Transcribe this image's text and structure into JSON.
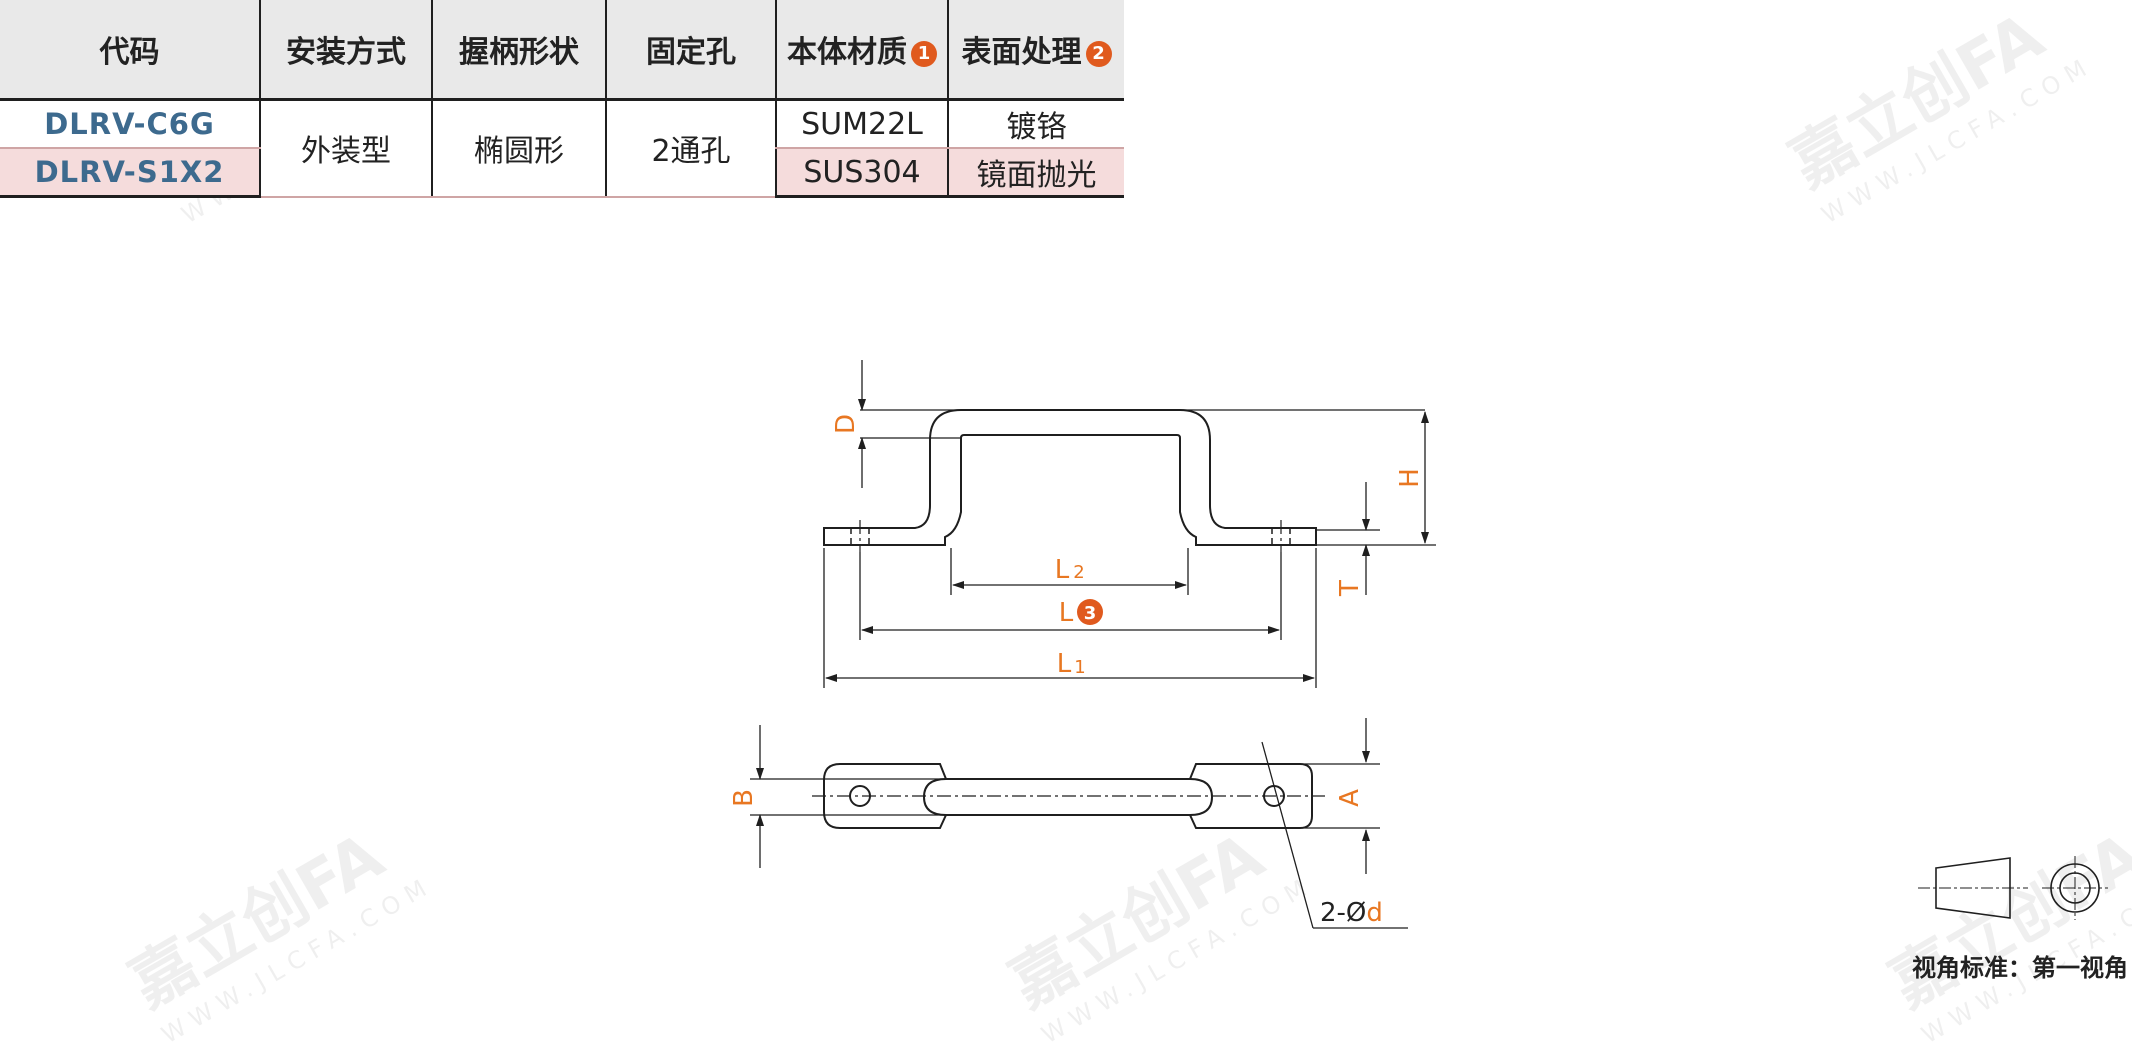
{
  "table": {
    "headers": [
      {
        "label": "代码",
        "badge": ""
      },
      {
        "label": "安装方式",
        "badge": ""
      },
      {
        "label": "握柄形状",
        "badge": ""
      },
      {
        "label": "固定孔",
        "badge": ""
      },
      {
        "label": "本体材质",
        "badge": "1"
      },
      {
        "label": "表面处理",
        "badge": "2"
      }
    ],
    "rows": [
      {
        "code": "DLRV-C6G",
        "material": "SUM22L",
        "finish": "镀铬"
      },
      {
        "code": "DLRV-S1X2",
        "material": "SUS304",
        "finish": "镜面抛光"
      }
    ],
    "shared": {
      "install": "外装型",
      "shape": "椭圆形",
      "holes": "2通孔"
    }
  },
  "drawing": {
    "dims": {
      "D": "D",
      "H": "H",
      "T": "T",
      "L2": {
        "main": "L",
        "sub": "2"
      },
      "L": {
        "main": "L",
        "badge": "3"
      },
      "L1": {
        "main": "L",
        "sub": "1"
      },
      "B": "B",
      "A": "A",
      "hole": {
        "prefix": "2-Ø",
        "var": "d"
      }
    },
    "colors": {
      "dimension": "#e87722",
      "line": "#1f1f1f",
      "badge": "#e05a1e"
    }
  },
  "projection_label": "视角标准：第一视角",
  "watermark": {
    "brand": "嘉立创FA",
    "site": "WWW.JLCFA.COM"
  }
}
